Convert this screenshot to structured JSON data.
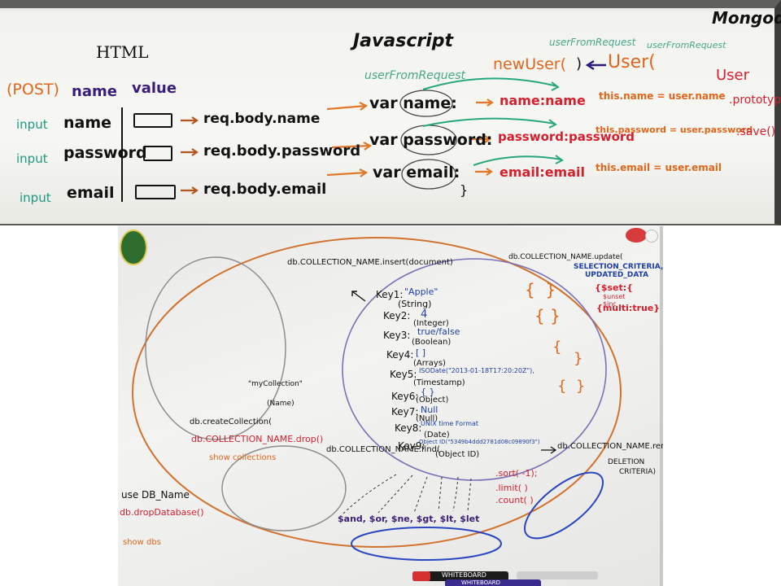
{
  "board1": {
    "headers": {
      "html": "HTML",
      "javascript": "Javascript",
      "mongodb": "Mongodb"
    },
    "form": {
      "method": "(POST)",
      "col_name": "name",
      "col_value": "value",
      "rows": [
        {
          "tag": "input",
          "name": "name",
          "req": "req.body.name",
          "var": "var name:",
          "map": "name:name",
          "assign": "this.name = user.name"
        },
        {
          "tag": "input",
          "name": "password",
          "req": "req.body.password",
          "var": "var password:",
          "map": "password:password",
          "assign": "this.password = user.password"
        },
        {
          "tag": "input",
          "name": "email",
          "req": "req.body.email",
          "var": "var email:",
          "map": "email:email",
          "assign": "this.email = user.email"
        }
      ]
    },
    "js": {
      "user_from_request_1": "userFromRequest",
      "user_from_request_2": "userFromRequest",
      "user_from_request_3": "userFromRequest",
      "new_user": "newUser(",
      "close_paren": ")",
      "user_ctor": "User(",
      "close_brace": "}"
    },
    "mongo": {
      "user": "User",
      "prototype": ".prototype",
      "save": ".save()"
    }
  },
  "board2": {
    "insert": "db.COLLECTION_NAME.insert(document)",
    "update": "db.COLLECTION_NAME.update(",
    "update_args": [
      "SELECTION_CRITERIA,",
      "UPDATED_DATA"
    ],
    "set_ops": [
      "{$set:{",
      "$unset",
      "$inc",
      "{multi:true}"
    ],
    "keys": [
      {
        "key": "Key1:",
        "value": "\"Apple\"",
        "type": "(String)"
      },
      {
        "key": "Key2:",
        "value": "4",
        "type": "(Integer)"
      },
      {
        "key": "Key3:",
        "value": "true/false",
        "type": "(Boolean)"
      },
      {
        "key": "Key4:",
        "value": "[   ]",
        "type": "(Arrays)"
      },
      {
        "key": "Key5:",
        "value": "ISODate(\"2013-01-18T17:20:20Z\"),",
        "type": "(Timestamp)"
      },
      {
        "key": "Key6:",
        "value": "{   }",
        "type": "(Object)"
      },
      {
        "key": "Key7:",
        "value": "Null",
        "type": "(Null)"
      },
      {
        "key": "Key8:",
        "value": "UNIX time Format",
        "type": "(Date)"
      },
      {
        "key": "Key9:",
        "value": "Object ID(\"5349b4ddd2781d08c09890f3\")",
        "type": "(Object ID)"
      }
    ],
    "create": {
      "line1": "db.createCollection(",
      "line2": "db.COLLECTION_NAME.drop()",
      "line3": "show collections",
      "name_hint": "\"myCollection\"",
      "name_label": "(Name)"
    },
    "find": "db.COLLECTION_NAME.find(",
    "remove": "db.COLLECTION_NAME.remove(",
    "deletion": [
      "DELETION",
      "CRITERIA)"
    ],
    "modifiers": [
      ".sort(  -1);",
      ".limit(  )",
      ".count(  )"
    ],
    "operators": "$and, $or, $ne, $gt, $lt, $let",
    "db_ops": [
      "use DB_Name",
      "db.dropDatabase()",
      "show dbs"
    ],
    "marker_labels": [
      "WHITEBOARD",
      "WHITEBOARD"
    ]
  },
  "colors": {
    "black": "#111111",
    "teal": "#1a9a7e",
    "purple": "#3a1d7a",
    "orange": "#e0661c",
    "red": "#d61f2d",
    "blue": "#1e3fa6"
  }
}
